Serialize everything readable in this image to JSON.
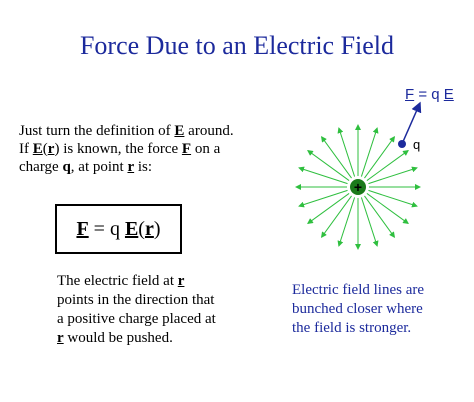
{
  "slide": {
    "title": "Force Due to an Electric Field",
    "intro": {
      "line1_pre": "Just turn the definition of ",
      "E": "E",
      "line1_post": " around.",
      "line2_pre": "If ",
      "E2": "E",
      "paren_open": "(",
      "r": "r",
      "paren_close": ")",
      "line2_mid": " is known, the force ",
      "F": "F",
      "line2_post": " on a",
      "line3_pre": "charge ",
      "q": "q",
      "line3_mid": ", at point ",
      "r2": "r",
      "line3_post": " is:"
    },
    "formula": {
      "F": "F",
      "eq": " = q ",
      "E": "E",
      "open": "(",
      "r": "r",
      "close": ")"
    },
    "left_paragraph": {
      "part1": "The electric field at ",
      "r": "r",
      "part2": " points in the direction that a positive charge placed at ",
      "r2": "r",
      "part3": " would be pushed."
    },
    "right_paragraph": "Electric field lines are bunched closer where the field is stronger.",
    "diagram": {
      "force_label_F": "F",
      "force_label_eq": " = q ",
      "force_label_E": "E",
      "charge_label": "q",
      "center_sign": "+"
    }
  },
  "colors": {
    "title": "#1c2a9c",
    "field_lines": "#2fbf3f",
    "center_charge": "#1b7a1b",
    "test_charge": "#1c2a9c"
  }
}
